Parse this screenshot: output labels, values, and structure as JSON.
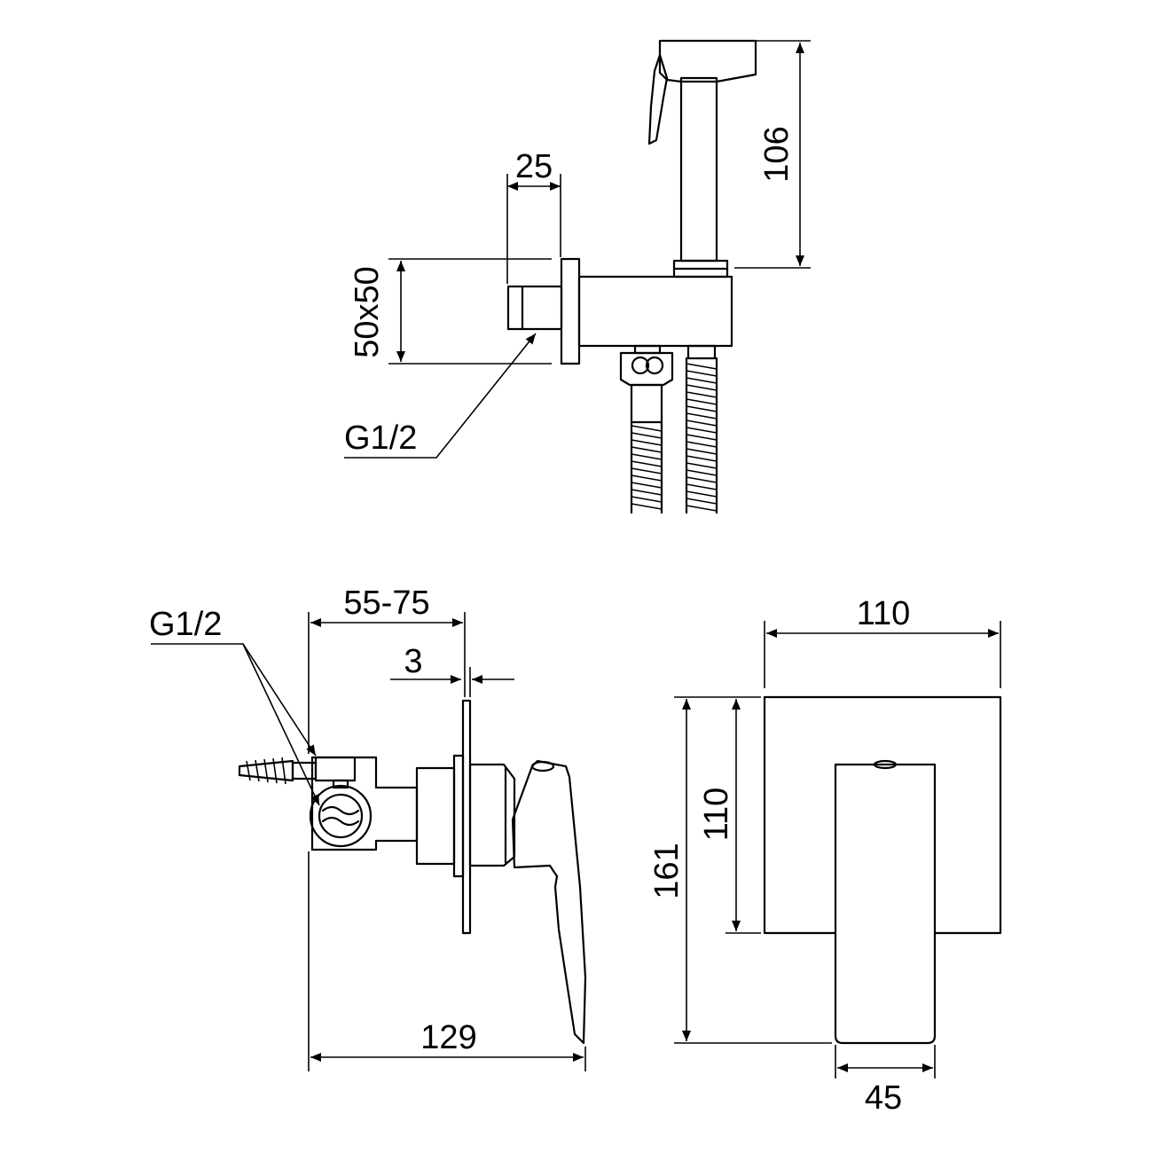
{
  "colors": {
    "line": "#000000",
    "background": "#ffffff"
  },
  "top_view": {
    "dim_width": "25",
    "dim_height": "106",
    "dim_square": "50x50",
    "thread_label": "G1/2"
  },
  "side_view": {
    "thread_label": "G1/2",
    "dim_depth": "55-75",
    "dim_plate": "3",
    "dim_total": "129"
  },
  "front_view": {
    "dim_width": "110",
    "dim_height_plate": "110",
    "dim_height_total": "161",
    "dim_handle_width": "45"
  }
}
